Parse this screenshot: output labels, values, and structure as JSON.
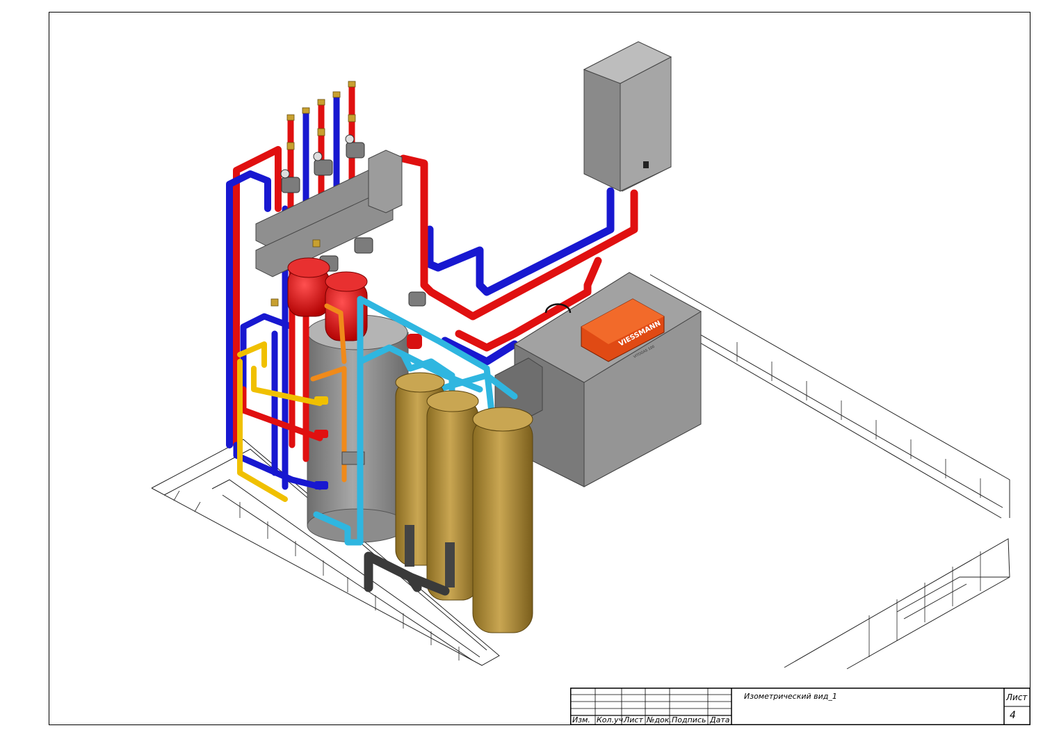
{
  "title_block": {
    "columns": [
      "Изм.",
      "Кол.уч.",
      "Лист",
      "№док.",
      "Подпись",
      "Дата"
    ],
    "drawing_title": "Изометрический вид_1",
    "sheet_label": "Лист",
    "sheet_number": "4"
  },
  "equipment": {
    "boiler_brand": "VIESSMANN",
    "boiler_model": "VITOGAS 100"
  },
  "colors": {
    "supply_pipe": "#e01010",
    "return_pipe": "#1818d0",
    "cold_water_pipe": "#2fb6e0",
    "gas_pipe": "#f0c000",
    "dhw_pipe": "#f08a1a",
    "vessel_red": "#d81010",
    "filter_tan": "#b8963c",
    "equipment_grey": "#8c8c8c",
    "burner_orange": "#e04a14"
  }
}
